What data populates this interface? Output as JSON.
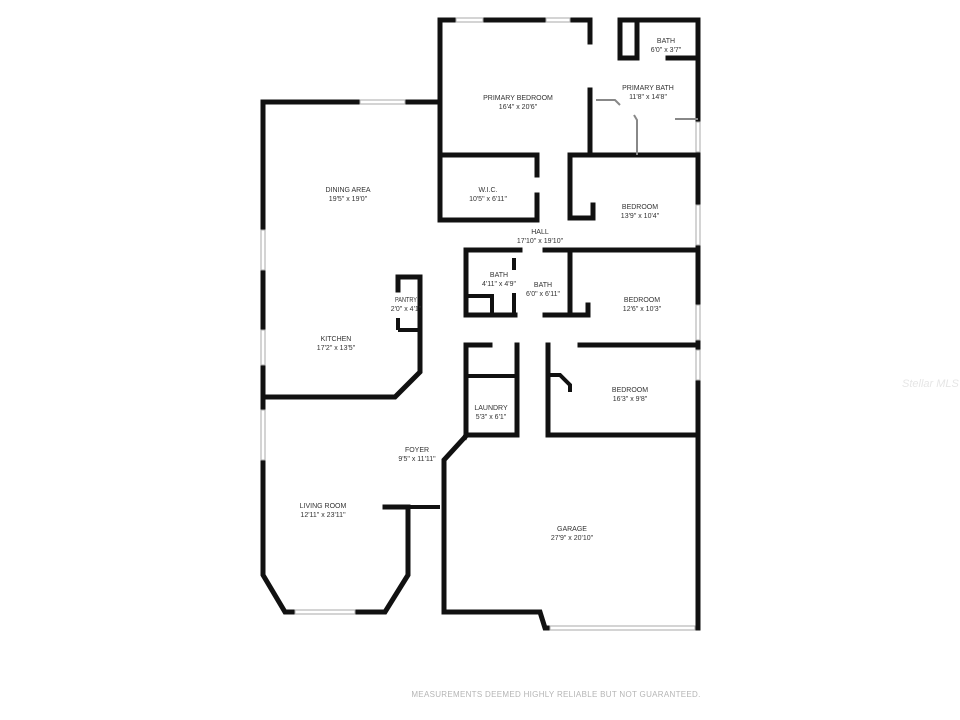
{
  "rooms": [
    {
      "name": "PRIMARY BEDROOM",
      "dims": "16'4\" x 20'6\""
    },
    {
      "name": "BATH",
      "dims": "6'0\" x 3'7\""
    },
    {
      "name": "PRIMARY BATH",
      "dims": "11'8\" x 14'8\""
    },
    {
      "name": "DINING AREA",
      "dims": "19'5\" x 19'0\""
    },
    {
      "name": "W.I.C.",
      "dims": "10'5\" x 6'11\""
    },
    {
      "name": "BEDROOM",
      "dims": "13'9\" x 10'4\""
    },
    {
      "name": "HALL",
      "dims": "17'10\" x 19'10\""
    },
    {
      "name": "BATH",
      "dims": "4'11\" x 4'9\""
    },
    {
      "name": "BATH",
      "dims": "6'0\" x 6'11\""
    },
    {
      "name": "PANTRY",
      "dims": "2'0\" x 4'1\""
    },
    {
      "name": "BEDROOM",
      "dims": "12'6\" x 10'3\""
    },
    {
      "name": "KITCHEN",
      "dims": "17'2\" x 13'5\""
    },
    {
      "name": "BEDROOM",
      "dims": "16'3\" x 9'8\""
    },
    {
      "name": "LAUNDRY",
      "dims": "5'3\" x 6'1\""
    },
    {
      "name": "FOYER",
      "dims": "9'5\" x 11'11\""
    },
    {
      "name": "LIVING ROOM",
      "dims": "12'11\" x 23'11\""
    },
    {
      "name": "GARAGE",
      "dims": "27'9\" x 20'10\""
    }
  ],
  "watermark": "Stellar MLS",
  "footer": "MEASUREMENTS DEEMED HIGHLY RELIABLE BUT NOT GUARANTEED."
}
